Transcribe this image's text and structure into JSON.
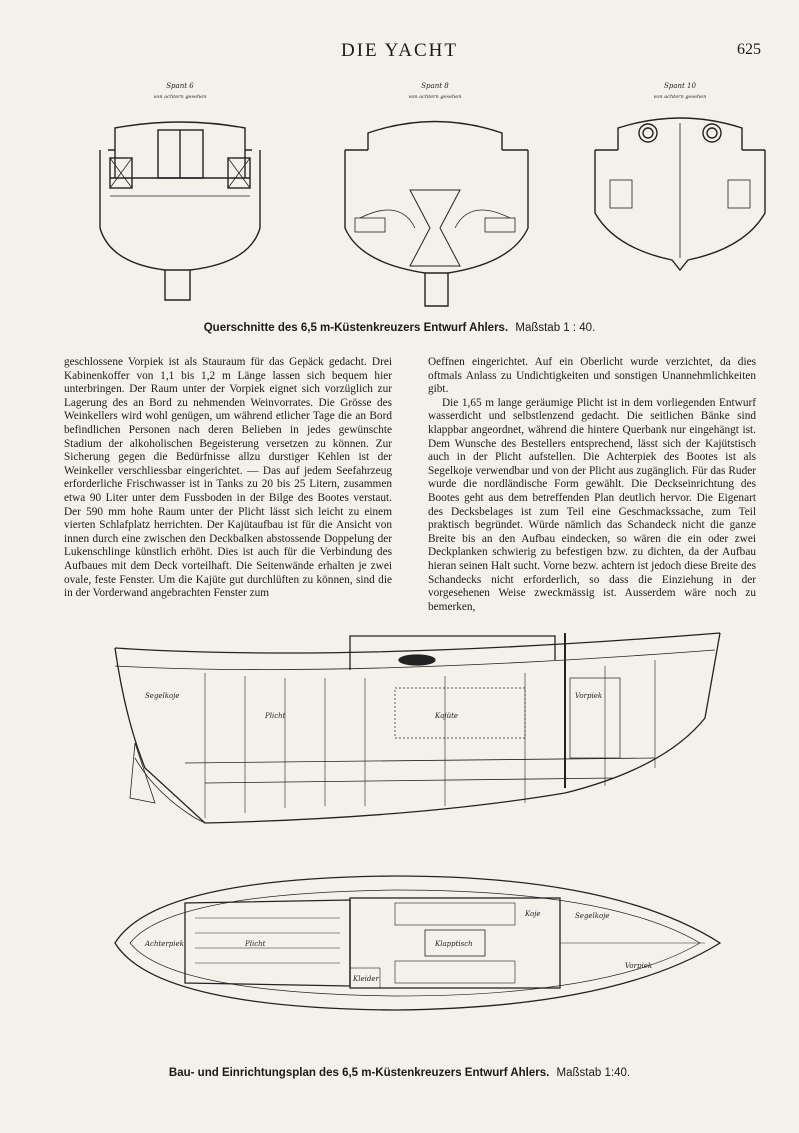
{
  "header": {
    "running_title": "DIE YACHT",
    "page_number": "625"
  },
  "figure_top": {
    "sections": [
      {
        "title": "Spant 6",
        "sub": "von achtern gesehen"
      },
      {
        "title": "Spant 8",
        "sub": "von achtern gesehen"
      },
      {
        "title": "Spant 10",
        "sub": "von achtern gesehen"
      }
    ],
    "caption": "Querschnitte des 6,5 m-Küstenkreuzers Entwurf Ahlers.",
    "scale": "Maßstab 1 : 40."
  },
  "article": {
    "left_column": [
      "geschlossene Vorpiek ist als Stauraum für das Gepäck gedacht. Drei Kabinenkoffer von 1,1 bis 1,2 m Länge lassen sich bequem hier unterbringen. Der Raum unter der Vorpiek eignet sich vorzüglich zur Lagerung des an Bord zu nehmenden Weinvorrates. Die Grösse des Weinkellers wird wohl genügen, um während etlicher Tage die an Bord befindlichen Personen nach deren Belieben in jedes gewünschte Stadium der alkoholischen Begeisterung versetzen zu können. Zur Sicherung gegen die Bedürfnisse allzu durstiger Kehlen ist der Weinkeller verschliessbar eingerichtet. — Das auf jedem Seefahrzeug erforderliche Frischwasser ist in Tanks zu 20 bis 25 Litern, zusammen etwa 90 Liter unter dem Fussboden in der Bilge des Bootes verstaut. Der 590 mm hohe Raum unter der Plicht lässt sich leicht zu einem vierten Schlafplatz herrichten. Der Kajütaufbau ist für die Ansicht von innen durch eine zwischen den Deckbalken abstossende Doppelung der Lukenschlinge künstlich erhöht. Dies ist auch für die Verbindung des Aufbaues mit dem Deck vorteilhaft. Die Seitenwände erhalten je zwei ovale, feste Fenster. Um die Kajüte gut durchlüften zu können, sind die in der Vorderwand angebrachten Fenster zum"
    ],
    "right_column": [
      "Oeffnen eingerichtet. Auf ein Oberlicht wurde verzichtet, da dies oftmals Anlass zu Undichtigkeiten und sonstigen Unannehmlichkeiten gibt.",
      "Die 1,65 m lange geräumige Plicht ist in dem vorliegenden Entwurf wasserdicht und selbstlenzend gedacht. Die seitlichen Bänke sind klappbar angeordnet, während die hintere Querbank nur eingehängt ist. Dem Wunsche des Bestellers entsprechend, lässt sich der Kajütstisch auch in der Plicht aufstellen. Die Achterpiek des Bootes ist als Segelkoje verwendbar und von der Plicht aus zugänglich. Für das Ruder wurde die nordländische Form gewählt. Die Deckseinrichtung des Bootes geht aus dem betreffenden Plan deutlich hervor. Die Eigenart des Decksbelages ist zum Teil eine Geschmackssache, zum Teil praktisch begründet. Würde nämlich das Schandeck nicht die ganze Breite bis an den Aufbau eindecken, so wären die ein oder zwei Deckplanken schwierig zu befestigen bzw. zu dichten, da der Aufbau hieran seinen Halt sucht. Vorne bezw. achtern ist jedoch diese Breite des Schandecks nicht erforderlich, so dass die Einziehung in der vorgesehenen Weise zweckmässig ist. Ausserdem wäre noch zu bemerken,"
    ]
  },
  "figure_bottom": {
    "profile_labels": [
      "Segelkoje",
      "Plicht",
      "Kajüte",
      "Vorpiek"
    ],
    "plan_labels": [
      "Achterpiek",
      "Plicht",
      "Klapptisch",
      "Kleider",
      "Koje",
      "Segelkoje",
      "Vorpiek"
    ],
    "caption": "Bau- und Einrichtungsplan des 6,5 m-Küstenkreuzers Entwurf Ahlers.",
    "scale": "Maßstab 1:40."
  }
}
